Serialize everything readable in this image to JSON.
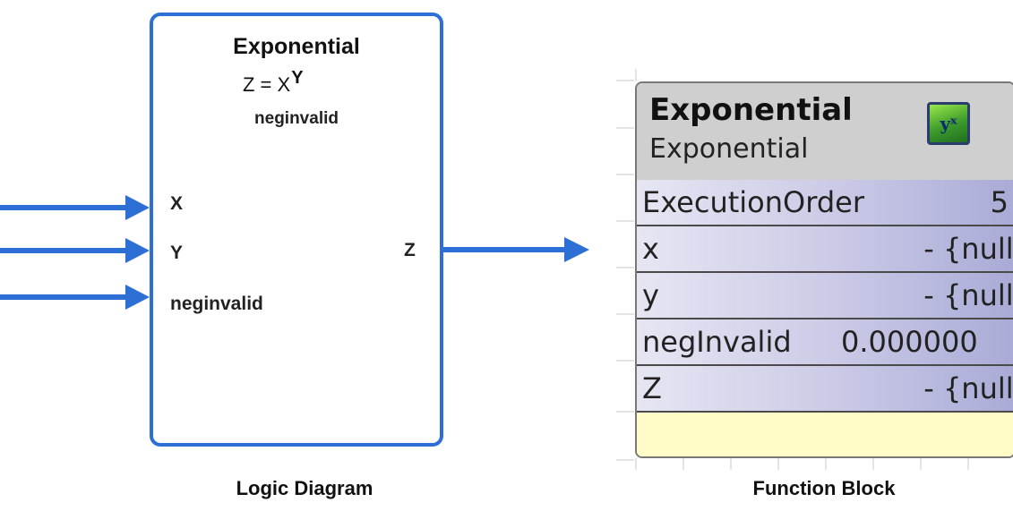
{
  "logic_diagram": {
    "title": "Exponential",
    "formula_base": "Z = X",
    "formula_exponent": "Y",
    "subtitle": "neginvalid",
    "inputs": [
      "X",
      "Y",
      "neginvalid"
    ],
    "output": "Z",
    "caption": "Logic Diagram",
    "border_color": "#2d6fd4"
  },
  "function_block": {
    "title": "Exponential",
    "subtitle": "Exponential",
    "icon_text": "yˣ",
    "icon_name": "exponential-block-icon",
    "rows": [
      {
        "label": "ExecutionOrder",
        "value": "5"
      },
      {
        "label": "x",
        "value": "- {null}"
      },
      {
        "label": "y",
        "value": "- {null}"
      },
      {
        "label": "negInvalid",
        "value": "0.000000"
      },
      {
        "label": "Z",
        "value": "- {null}"
      }
    ],
    "caption": "Function Block",
    "footer_color": "#fffcc8"
  }
}
